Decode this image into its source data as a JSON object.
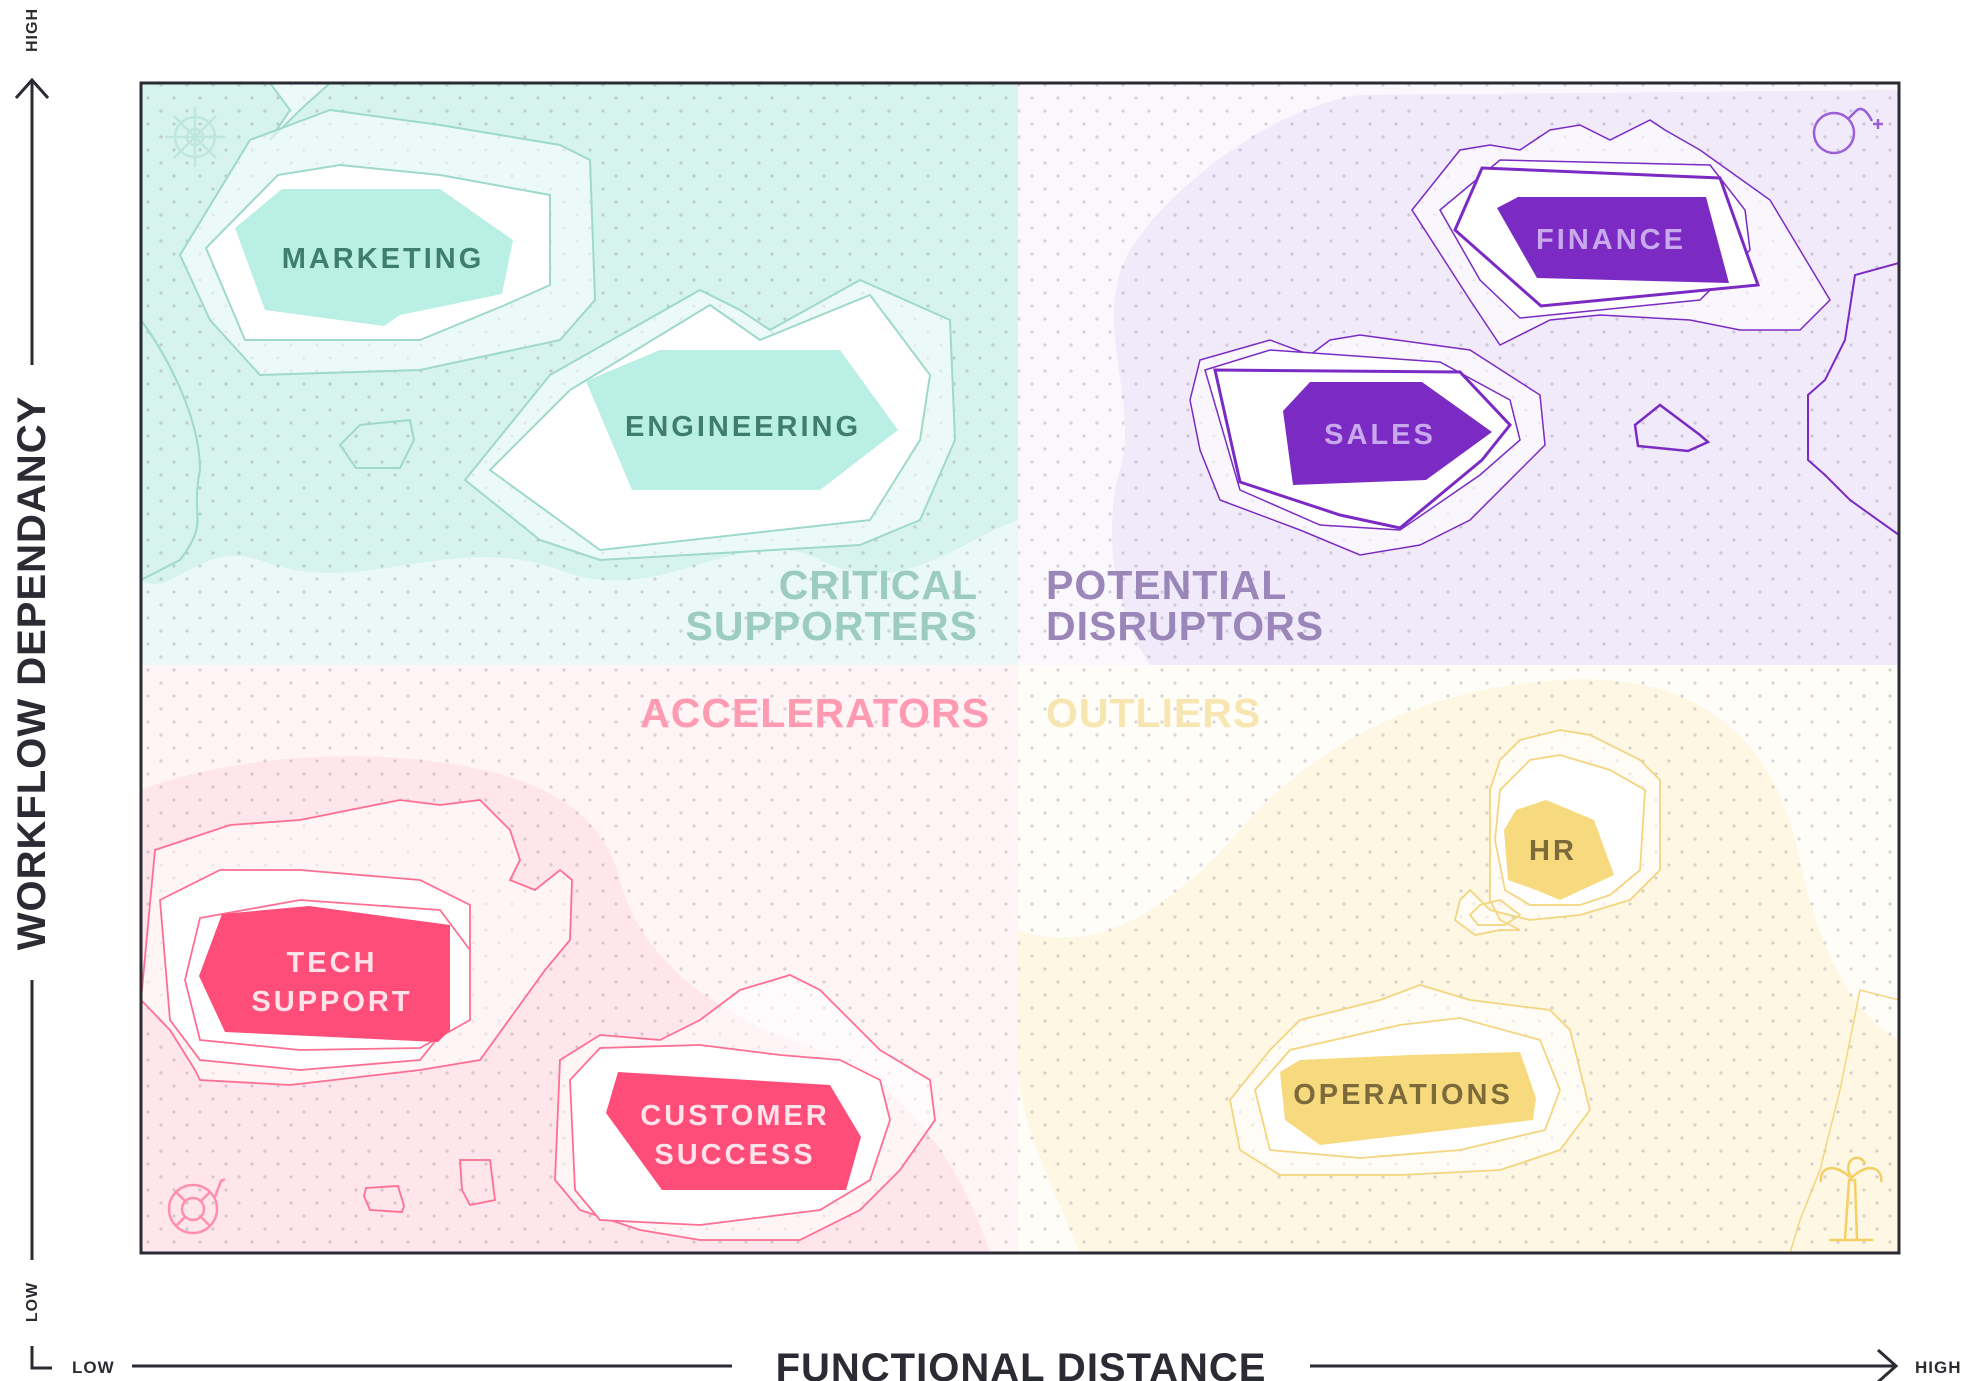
{
  "axes": {
    "y_title": "WORKFLOW DEPENDANCY",
    "y_high": "HIGH",
    "y_low": "LOW",
    "x_title": "FUNCTIONAL DISTANCE",
    "x_low": "LOW",
    "x_high": "HIGH"
  },
  "colors": {
    "critical": "#8ed8c6",
    "critical_fill": "#b9efe4",
    "critical_text": "#3f7d70",
    "critical_label": "#9ccbc0",
    "disruptors": "#7b2bc4",
    "disruptors_label": "#9a86b8",
    "accelerators": "#ff4d79",
    "accelerators_label": "#ff9ab3",
    "outliers": "#f4d57f",
    "outliers_label": "#f8e6b2",
    "frame": "#2b2b33"
  },
  "quadrants": {
    "critical_supporters": {
      "line1": "CRITICAL",
      "line2": "SUPPORTERS",
      "icon": "ship-wheel-icon"
    },
    "potential_disruptors": {
      "line1": "POTENTIAL",
      "line2": "DISRUPTORS",
      "icon": "bomb-icon"
    },
    "accelerators": {
      "line1": "ACCELERATORS",
      "icon": "life-ring-icon"
    },
    "outliers": {
      "line1": "OUTLIERS",
      "icon": "palm-tree-icon"
    }
  },
  "islands": {
    "marketing": {
      "label": "MARKETING"
    },
    "engineering": {
      "label": "ENGINEERING"
    },
    "finance": {
      "label": "FINANCE"
    },
    "sales": {
      "label": "SALES"
    },
    "tech_support": {
      "line1": "TECH",
      "line2": "SUPPORT"
    },
    "customer_success": {
      "line1": "CUSTOMER",
      "line2": "SUCCESS"
    },
    "hr": {
      "label": "HR"
    },
    "operations": {
      "label": "OPERATIONS"
    }
  }
}
